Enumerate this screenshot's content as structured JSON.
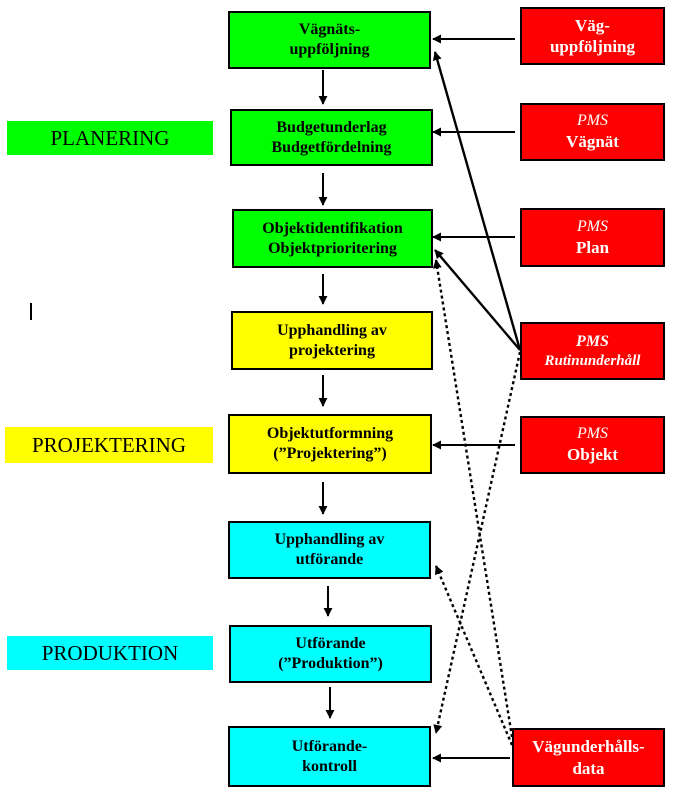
{
  "colors": {
    "planning": "#00ff00",
    "design": "#ffff00",
    "production": "#00ffff",
    "source": "#ff0000",
    "line": "#000000"
  },
  "phases": {
    "planering": "PLANERING",
    "projektering": "PROJEKTERING",
    "produktion": "PRODUKTION"
  },
  "steps": {
    "vagnatsuppfoljning": {
      "line1": "Vägnäts-",
      "line2": "uppföljning"
    },
    "budget": {
      "line1": "Budgetunderlag",
      "line2": "Budgetfördelning"
    },
    "objektid": {
      "line1": "Objektidentifikation",
      "line2": "Objektprioritering"
    },
    "upphandling_projektering": {
      "line1": "Upphandling av",
      "line2": "projektering"
    },
    "objektutformning": {
      "line1": "Objektutformning",
      "line2": "(”Projektering”)"
    },
    "upphandling_utforande": {
      "line1": "Upphandling av",
      "line2": "utförande"
    },
    "utforande": {
      "line1": "Utförande",
      "line2": "(”Produktion”)"
    },
    "utforandekontroll": {
      "line1": "Utförande-",
      "line2": "kontroll"
    }
  },
  "sources": {
    "vaguppfoljning": {
      "line1": "Väg-",
      "line2": "uppföljning"
    },
    "pms_vagnat": {
      "line1": "PMS",
      "line2": "Vägnät"
    },
    "pms_plan": {
      "line1": "PMS",
      "line2": "Plan"
    },
    "pms_rutin": {
      "line1": "PMS",
      "line2": "Rutinunderhåll"
    },
    "pms_objekt": {
      "line1": "PMS",
      "line2": "Objekt"
    },
    "vagunderhallsdata": {
      "line1": "Vägunderhålls-",
      "line2": "data"
    }
  }
}
